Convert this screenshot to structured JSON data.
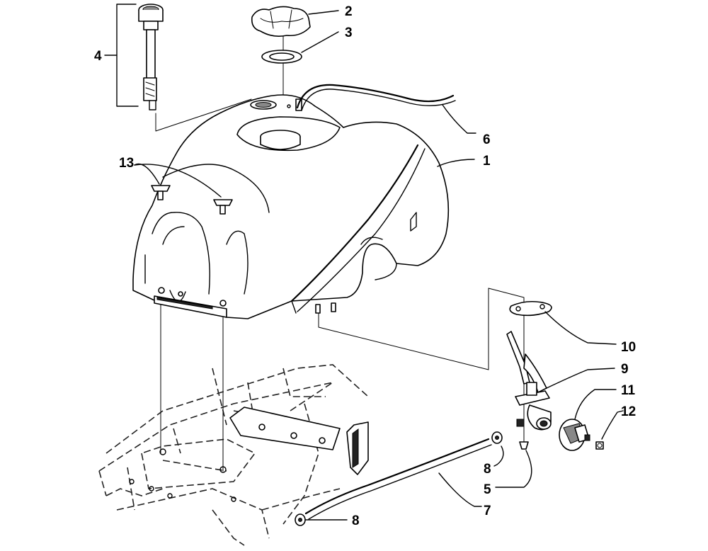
{
  "diagram": {
    "callouts": {
      "c1": "1",
      "c2": "2",
      "c3": "3",
      "c4": "4",
      "c5": "5",
      "c6": "6",
      "c7": "7",
      "c8a": "8",
      "c8b": "8",
      "c9": "9",
      "c10": "10",
      "c11": "11",
      "c12": "12",
      "c13": "13"
    }
  }
}
